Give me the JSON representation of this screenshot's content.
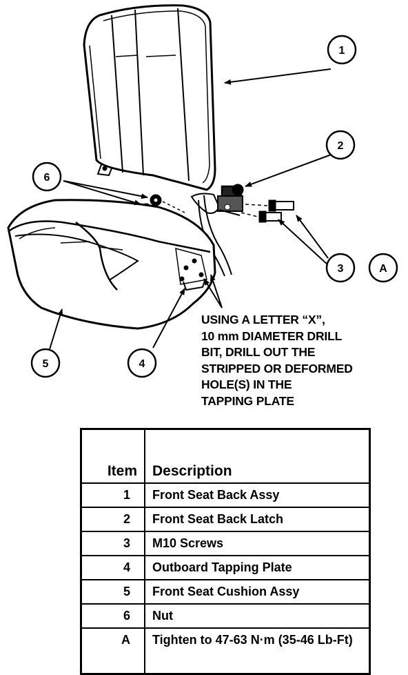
{
  "diagram": {
    "callouts": [
      "1",
      "2",
      "3",
      "A",
      "4",
      "5",
      "6"
    ],
    "note_lines": [
      "USING A LETTER “X”,",
      "10 mm DIAMETER DRILL",
      "BIT, DRILL OUT THE",
      "STRIPPED OR DEFORMED",
      "HOLE(S) IN THE",
      "TAPPING PLATE"
    ]
  },
  "table": {
    "headers": {
      "item": "Item",
      "description": "Description"
    },
    "rows": [
      {
        "item": "1",
        "description": "Front Seat Back Assy"
      },
      {
        "item": "2",
        "description": "Front Seat Back Latch"
      },
      {
        "item": "3",
        "description": "M10 Screws"
      },
      {
        "item": "4",
        "description": "Outboard Tapping Plate"
      },
      {
        "item": "5",
        "description": "Front Seat Cushion Assy"
      },
      {
        "item": "6",
        "description": "Nut"
      },
      {
        "item": "A",
        "description": "Tighten to 47-63 N·m (35-46 Lb-Ft)"
      }
    ]
  }
}
